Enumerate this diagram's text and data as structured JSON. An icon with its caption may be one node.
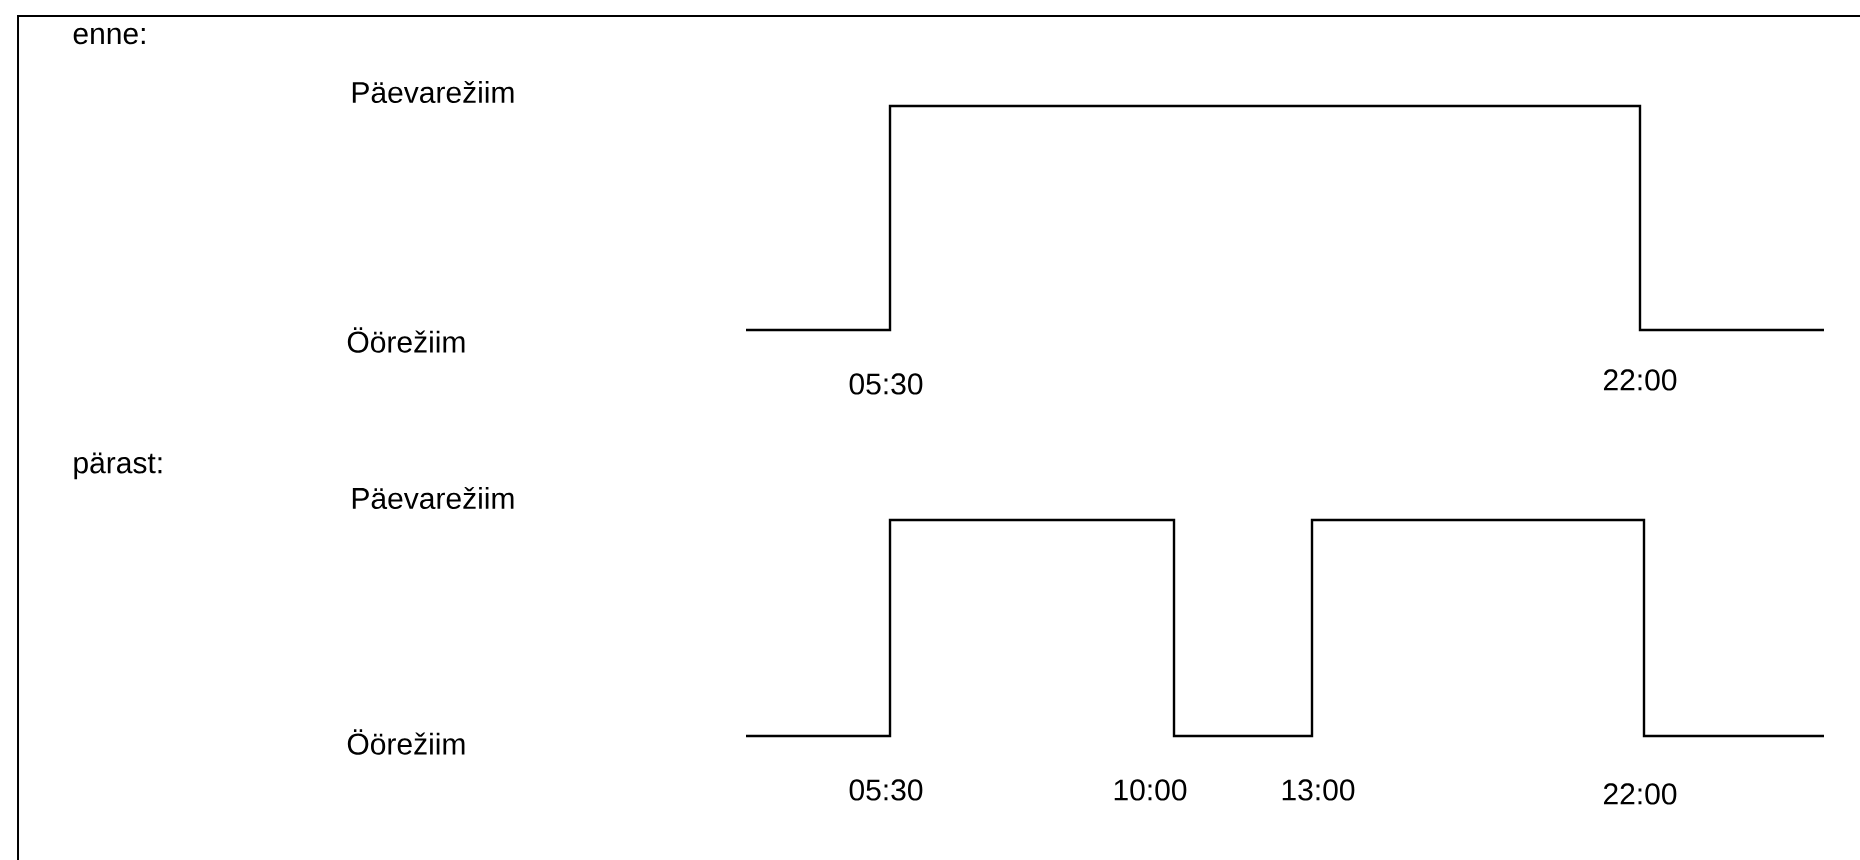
{
  "diagram": {
    "labels": [
      "enne:",
      "Päevarežiim",
      "Öörežiim",
      "05:30",
      "22:00",
      "pärast:",
      "Päevarežiim",
      "Öörežiim",
      "05:30",
      "10:00",
      "13:00",
      "22:00"
    ]
  }
}
